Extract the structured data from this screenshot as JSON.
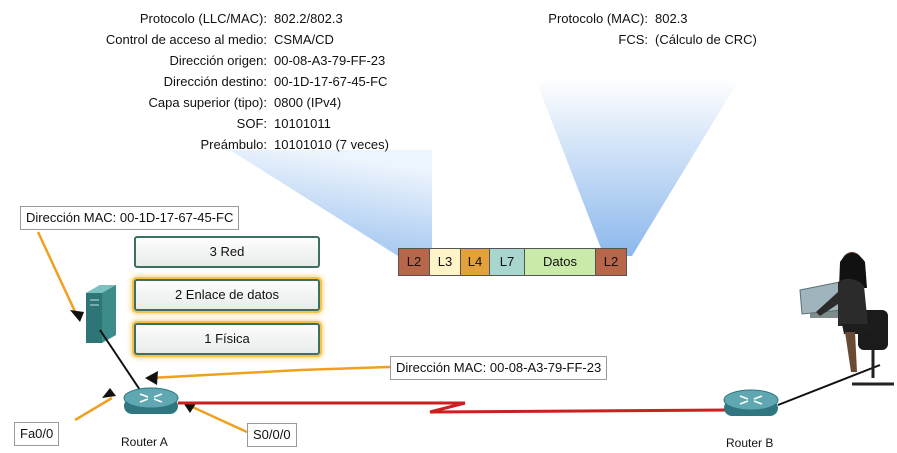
{
  "frame_header_fields": [
    {
      "label": "Protocolo (LLC/MAC):",
      "value": "802.2/802.3"
    },
    {
      "label": "Control de acceso al medio:",
      "value": "CSMA/CD"
    },
    {
      "label": "Dirección origen:",
      "value": "00-08-A3-79-FF-23"
    },
    {
      "label": "Dirección destino:",
      "value": "00-1D-17-67-45-FC"
    },
    {
      "label": "Capa superior (tipo):",
      "value": "0800 (IPv4)"
    },
    {
      "label": "SOF:",
      "value": "10101011"
    },
    {
      "label": "Preámbulo:",
      "value": "10101010 (7 veces)"
    }
  ],
  "frame_trailer_fields": [
    {
      "label": "Protocolo (MAC):",
      "value": "802.3"
    },
    {
      "label": "FCS:",
      "value": "(Cálculo de CRC)"
    }
  ],
  "frame_segments": [
    {
      "label": "L2",
      "color": "#b8664a"
    },
    {
      "label": "L3",
      "color": "#fff4c8"
    },
    {
      "label": "L4",
      "color": "#e2a13a"
    },
    {
      "label": "L7",
      "color": "#a9d5cf"
    },
    {
      "label": "Datos",
      "color": "#c9eaa8"
    },
    {
      "label": "L2",
      "color": "#b8664a"
    }
  ],
  "layers": [
    "3 Red",
    "2 Enlace de datos",
    "1 Física"
  ],
  "callouts": {
    "server_mac": "Dirección MAC: 00-1D-17-67-45-FC",
    "router_mac": "Dirección MAC: 00-08-A3-79-FF-23",
    "fa_port": "Fa0/0",
    "s_port": "S0/0/0"
  },
  "devices": {
    "router_a": "Router A",
    "router_b": "Router B"
  },
  "colors": {
    "wan_link": "#cc1f1f",
    "callout_line": "#f0a020",
    "beam": "#9fc3ef"
  }
}
